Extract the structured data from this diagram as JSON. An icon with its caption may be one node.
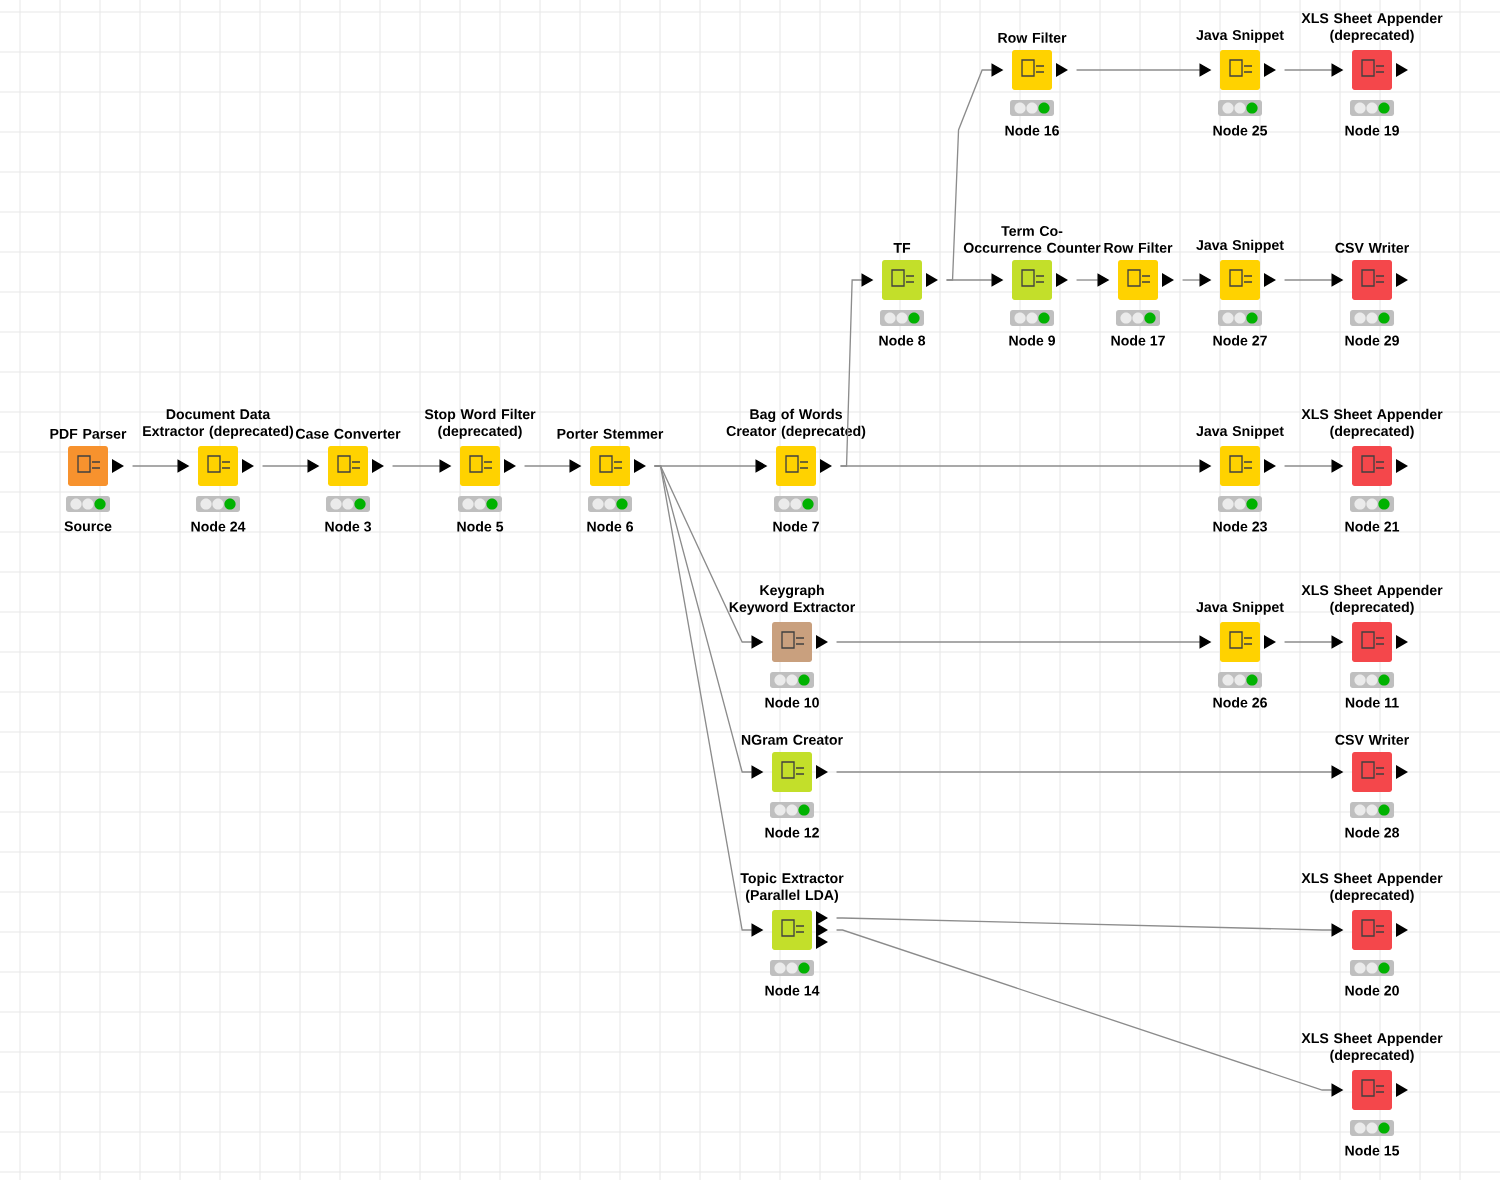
{
  "diagram": {
    "nodes": [
      {
        "text": [
          "PDF Parser",
          "Source"
        ]
      },
      {
        "text": [
          "Document Data Extractor (deprecated)",
          "Node 24"
        ]
      },
      {
        "text": [
          "Case Converter",
          "Node 3"
        ]
      },
      {
        "text": [
          "Stop Word Filter (deprecated)",
          "Node 5"
        ]
      },
      {
        "text": [
          "Porter Stemmer",
          "Node 6"
        ]
      },
      {
        "text": [
          "Bag of Words Creator (deprecated)",
          "Node 7"
        ]
      },
      {
        "text": [
          "TF",
          "Node 8"
        ]
      },
      {
        "text": [
          "Row Filter",
          "Node 16"
        ]
      },
      {
        "text": [
          "Java Snippet",
          "Node 25"
        ]
      },
      {
        "text": [
          "XLS Sheet Appender (deprecated)",
          "Node 19"
        ]
      },
      {
        "text": [
          "Term Co-Occurrence Counter",
          "Node 9"
        ]
      },
      {
        "text": [
          "Row Filter",
          "Node 17"
        ]
      },
      {
        "text": [
          "Java Snippet",
          "Node 27"
        ]
      },
      {
        "text": [
          "CSV Writer",
          "Node 29"
        ]
      },
      {
        "text": [
          "Java Snippet",
          "Node 23"
        ]
      },
      {
        "text": [
          "XLS Sheet Appender (deprecated)",
          "Node 21"
        ]
      },
      {
        "text": [
          "Keygraph Keyword Extractor",
          "Node 10"
        ]
      },
      {
        "text": [
          "Java Snippet",
          "Node 26"
        ]
      },
      {
        "text": [
          "XLS Sheet Appender (deprecated)",
          "Node 11"
        ]
      },
      {
        "text": [
          "NGram Creator",
          "Node 12"
        ]
      },
      {
        "text": [
          "CSV Writer",
          "Node 28"
        ]
      },
      {
        "text": [
          "Topic Extractor (Parallel LDA)",
          "Node 14"
        ]
      },
      {
        "text": [
          "XLS Sheet Appender (deprecated)",
          "Node 20"
        ]
      },
      {
        "text": [
          "XLS Sheet Appender (deprecated)",
          "Node 15"
        ]
      }
    ],
    "edges": [
      {
        "from": 0,
        "to": 1,
        "arrow": "to"
      },
      {
        "from": 1,
        "to": 2,
        "arrow": "to"
      },
      {
        "from": 2,
        "to": 3,
        "arrow": "to"
      },
      {
        "from": 3,
        "to": 4,
        "arrow": "to"
      },
      {
        "from": 4,
        "to": 5,
        "arrow": "to"
      },
      {
        "from": 5,
        "to": 6,
        "arrow": "to"
      },
      {
        "from": 6,
        "to": 7,
        "arrow": "to"
      },
      {
        "from": 7,
        "to": 8,
        "arrow": "to"
      },
      {
        "from": 8,
        "to": 9,
        "arrow": "to"
      },
      {
        "from": 6,
        "to": 10,
        "arrow": "to"
      },
      {
        "from": 10,
        "to": 11,
        "arrow": "to"
      },
      {
        "from": 11,
        "to": 12,
        "arrow": "to"
      },
      {
        "from": 12,
        "to": 13,
        "arrow": "to"
      },
      {
        "from": 5,
        "to": 14,
        "arrow": "to"
      },
      {
        "from": 14,
        "to": 15,
        "arrow": "to"
      },
      {
        "from": 4,
        "to": 16,
        "arrow": "to"
      },
      {
        "from": 16,
        "to": 17,
        "arrow": "to"
      },
      {
        "from": 17,
        "to": 18,
        "arrow": "to"
      },
      {
        "from": 4,
        "to": 19,
        "arrow": "to"
      },
      {
        "from": 19,
        "to": 20,
        "arrow": "to"
      },
      {
        "from": 4,
        "to": 21,
        "arrow": "to"
      },
      {
        "from": 21,
        "to": 22,
        "arrow": "to"
      },
      {
        "from": 21,
        "to": 23,
        "arrow": "to"
      }
    ]
  }
}
